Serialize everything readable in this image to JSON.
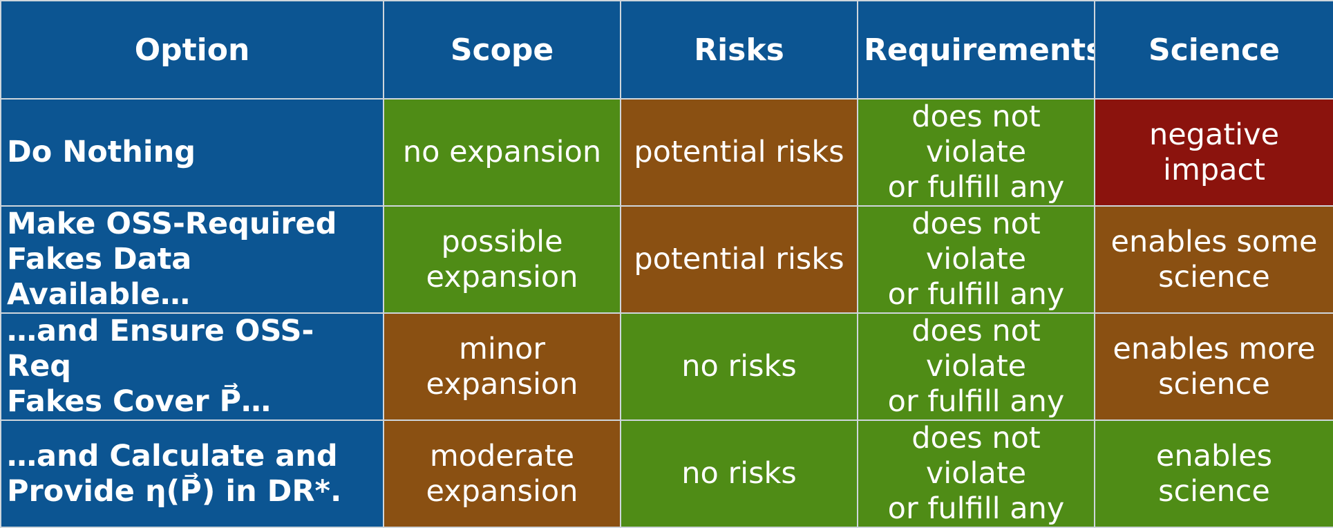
{
  "colors": {
    "header_bg": "#0c5592",
    "green": "#4f8c16",
    "orange": "#8a5012",
    "red": "#8b130d",
    "grid": "#cfd6dc"
  },
  "headers": [
    "Option",
    "Scope",
    "Risks",
    "Requirements",
    "Science"
  ],
  "rows": [
    {
      "option": "Do Nothing",
      "cells": [
        {
          "text": "no expansion",
          "color": "green"
        },
        {
          "text": "potential risks",
          "color": "orange"
        },
        {
          "text": "does not violate\nor fulfill any",
          "color": "green"
        },
        {
          "text": "negative impact",
          "color": "red"
        }
      ]
    },
    {
      "option": "Make OSS-Required\nFakes Data Available…",
      "cells": [
        {
          "text": "possible\nexpansion",
          "color": "green"
        },
        {
          "text": "potential risks",
          "color": "orange"
        },
        {
          "text": "does not violate\nor fulfill any",
          "color": "green"
        },
        {
          "text": "enables some\nscience",
          "color": "orange"
        }
      ]
    },
    {
      "option": "…and Ensure OSS-Req\nFakes Cover P⃗…",
      "cells": [
        {
          "text": "minor\nexpansion",
          "color": "orange"
        },
        {
          "text": "no risks",
          "color": "green"
        },
        {
          "text": "does not violate\nor fulfill any",
          "color": "green"
        },
        {
          "text": "enables more\nscience",
          "color": "orange"
        }
      ]
    },
    {
      "option": "…and Calculate and\nProvide η(P⃗) in DR*.",
      "cells": [
        {
          "text": "moderate\nexpansion",
          "color": "orange"
        },
        {
          "text": "no risks",
          "color": "green"
        },
        {
          "text": "does not violate\nor fulfill any",
          "color": "green"
        },
        {
          "text": "enables\nscience",
          "color": "green"
        }
      ]
    }
  ]
}
